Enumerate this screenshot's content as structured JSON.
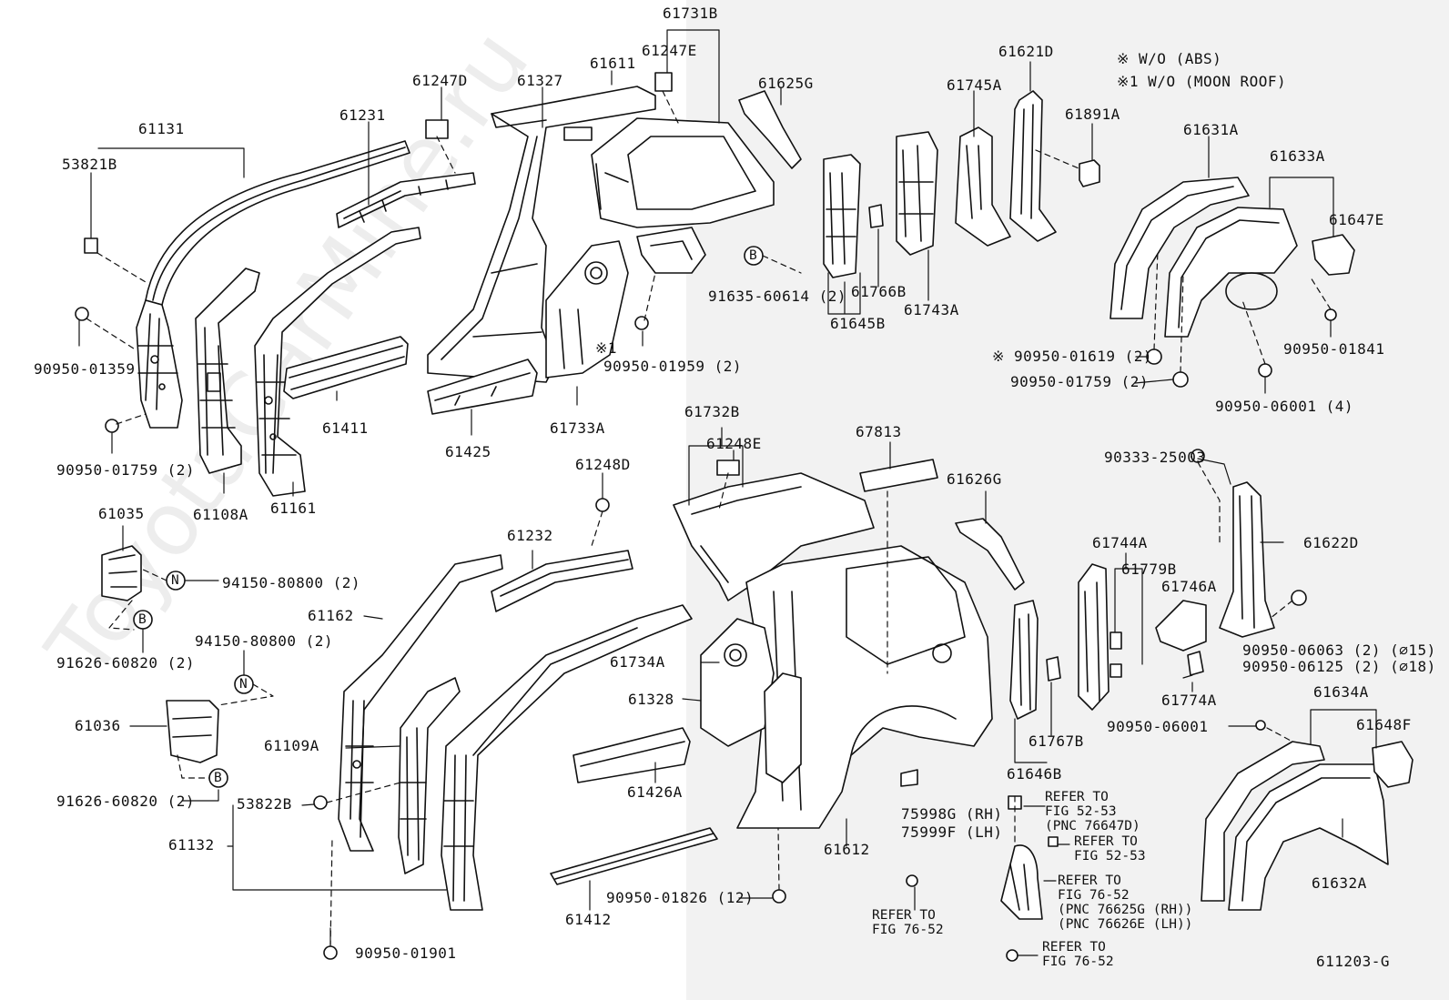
{
  "legend": {
    "abs_note": "※  W/O (ABS)",
    "moon_roof_note": "※1 W/O (MOON ROOF)"
  },
  "watermark": "ToyotaCarMine.ru",
  "diagram_id": "611203-G",
  "labels": {
    "p61731B": "61731B",
    "p61247E": "61247E",
    "p61611": "61611",
    "p61327": "61327",
    "p61247D": "61247D",
    "p61231": "61231",
    "p61131": "61131",
    "p53821B": "53821B",
    "p90950_01359": "90950-01359",
    "p90950_01759a": "90950-01759 (2)",
    "p61108A": "61108A",
    "p61161": "61161",
    "p61411": "61411",
    "p61425": "61425",
    "p61733A": "61733A",
    "p90950_01959": "90950-01959 (2)",
    "p_moon1": "※1",
    "p61625G": "61625G",
    "p91635_60614": "91635-60614 (2)",
    "p61645B": "61645B",
    "p61766B": "61766B",
    "p61743A": "61743A",
    "p61745A": "61745A",
    "p61621D": "61621D",
    "p61891A": "61891A",
    "p61631A": "61631A",
    "p61633A": "61633A",
    "p61647E": "61647E",
    "p90950_01619": "※ 90950-01619 (2)",
    "p90950_01759b": "90950-01759 (2)",
    "p90950_01841": "90950-01841",
    "p90950_06001_4": "90950-06001 (4)",
    "p61035": "61035",
    "p94150_80800a": "94150-80800 (2)",
    "p91626_60820a": "91626-60820 (2)",
    "p94150_80800b": "94150-80800 (2)",
    "p61036": "61036",
    "p91626_60820b": "91626-60820 (2)",
    "p53822B": "53822B",
    "p61132": "61132",
    "p90950_01901": "90950-01901",
    "p61109A": "61109A",
    "p61162": "61162",
    "p61232": "61232",
    "p61248D": "61248D",
    "p61732B": "61732B",
    "p61248E": "61248E",
    "p67813": "67813",
    "p61626G": "61626G",
    "p90333_25003": "90333-25003",
    "p61622D": "61622D",
    "p61744A": "61744A",
    "p61779B": "61779B",
    "p61746A": "61746A",
    "p90950_06063": "90950-06063 (2)  (⌀15)",
    "p90950_06125": "90950-06125 (2)  (⌀18)",
    "p61774A": "61774A",
    "p61734A": "61734A",
    "p61328": "61328",
    "p61426A": "61426A",
    "p61412": "61412",
    "p90950_01826": "90950-01826 (12)",
    "p61612": "61612",
    "p75998G": "75998G (RH)",
    "p75999F": "75999F (LH)",
    "p61767B": "61767B",
    "p61646B": "61646B",
    "p90950_06001": "90950-06001",
    "p61634A": "61634A",
    "p61648F": "61648F",
    "p61632A": "61632A"
  },
  "refers": {
    "r1": [
      "REFER TO",
      "FIG 52-53",
      "(PNC 76647D)"
    ],
    "r2": [
      "REFER TO",
      "FIG 52-53"
    ],
    "r3": [
      "REFER TO",
      "FIG 76-52",
      "(PNC 76625G (RH))",
      "(PNC 76626E (LH))"
    ],
    "r4": [
      "REFER TO",
      "FIG 76-52"
    ],
    "r5": [
      "REFER TO",
      "FIG 76-52"
    ]
  },
  "callouts": {
    "B": "B",
    "N": "N"
  }
}
